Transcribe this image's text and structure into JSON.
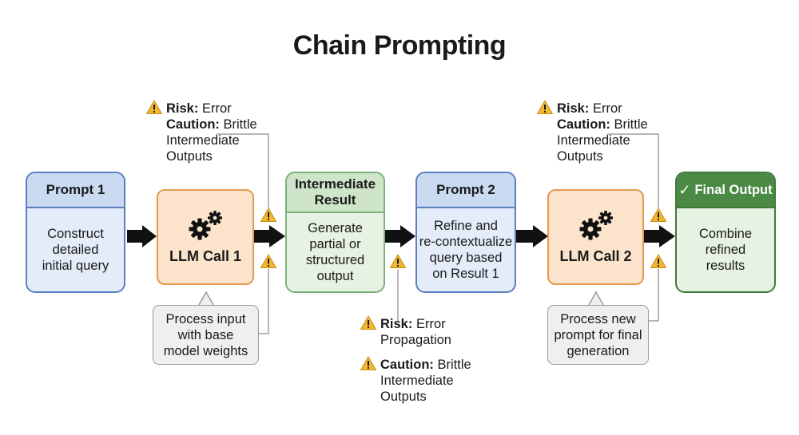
{
  "title": "Chain Prompting",
  "colors": {
    "prompt_border": "#5b7fbf",
    "intermediate_border": "#7cb07a",
    "final_header": "#4a8a45",
    "llm_fill": "#fbe3cc",
    "warning": "#f2b632"
  },
  "prompt1": {
    "header": "Prompt 1",
    "lines": [
      "Construct",
      "detailed",
      "initial query"
    ]
  },
  "llm1": {
    "label": "LLM Call 1",
    "icon": "gears-icon"
  },
  "note1": {
    "lines": [
      "Process input",
      "with base",
      "model weights"
    ]
  },
  "intermediate": {
    "header_lines": [
      "Intermediate",
      "Result"
    ],
    "lines": [
      "Generate",
      "partial or",
      "structured",
      "output"
    ]
  },
  "prompt2": {
    "header": "Prompt 2",
    "lines": [
      "Refine and",
      "re-contextualize",
      "query based",
      "on Result 1"
    ]
  },
  "llm2": {
    "label": "LLM Call 2",
    "icon": "gears-icon"
  },
  "note2": {
    "lines": [
      "Process new",
      "prompt for final",
      "generation"
    ]
  },
  "final": {
    "header": "Final Output",
    "check": "✓",
    "lines": [
      "Combine",
      "refined",
      "results"
    ]
  },
  "risk_top_left": {
    "risk_label": "Risk:",
    "risk_value": "Error",
    "caution_label": "Caution:",
    "caution_value": "Brittle",
    "line3": "Intermediate",
    "line4": "Outputs"
  },
  "risk_top_right": {
    "risk_label": "Risk:",
    "risk_value": "Error",
    "caution_label": "Caution:",
    "caution_value": "Brittle",
    "line3": "Intermediate",
    "line4": "Outputs"
  },
  "risk_bottom": {
    "risk_label": "Risk:",
    "risk_value": "Error",
    "line2": "Propagation",
    "caution_label": "Caution:",
    "caution_value": "Brittle",
    "line4": "Intermediate",
    "line5": "Outputs"
  }
}
